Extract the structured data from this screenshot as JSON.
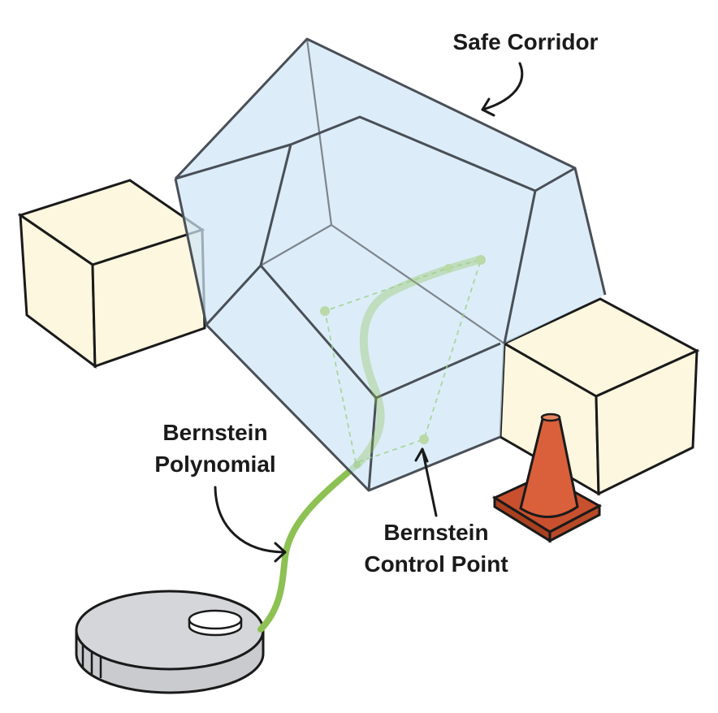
{
  "labels": {
    "safe_corridor": "Safe Corridor",
    "bernstein_polynomial_line1": "Bernstein",
    "bernstein_polynomial_line2": "Polynomial",
    "bernstein_control_point_line1": "Bernstein",
    "bernstein_control_point_line2": "Control Point"
  },
  "colors": {
    "corridor_fill": "#cfe6f7",
    "corridor_edge": "#4a4f57",
    "obstacle_fill": "#fdf7df",
    "outline": "#1a1a1a",
    "trajectory": "#8dc154",
    "control_point": "#b9d9a6",
    "cone": "#d9603b",
    "cone_base": "#c9502e",
    "robot_body": "#c9cbce",
    "robot_top": "#d4d6d9"
  },
  "icons": {
    "robot": "round-robot-icon",
    "cone": "traffic-cone-icon",
    "obstacle": "cube-icon"
  }
}
